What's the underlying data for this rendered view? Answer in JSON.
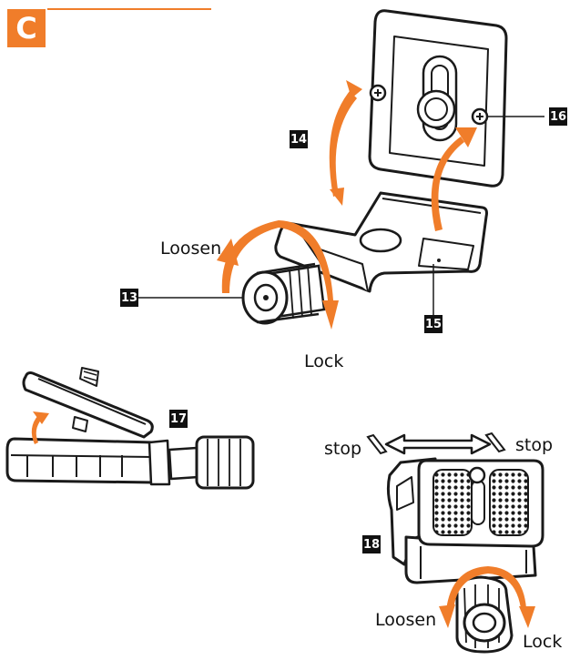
{
  "section": {
    "letter": "C",
    "color": "#f07d2a"
  },
  "colors": {
    "arrow": "#f07d2a",
    "line": "#1a1a1a",
    "fill": "#ffffff"
  },
  "callouts": {
    "n13": "13",
    "n14": "14",
    "n15": "15",
    "n16": "16",
    "n17": "17",
    "n18": "18"
  },
  "labels": {
    "loosen_top": "Loosen",
    "lock_top": "Lock",
    "stop_left": "stop",
    "stop_right": "stop",
    "loosen_bottom": "Loosen",
    "lock_bottom": "Lock"
  }
}
